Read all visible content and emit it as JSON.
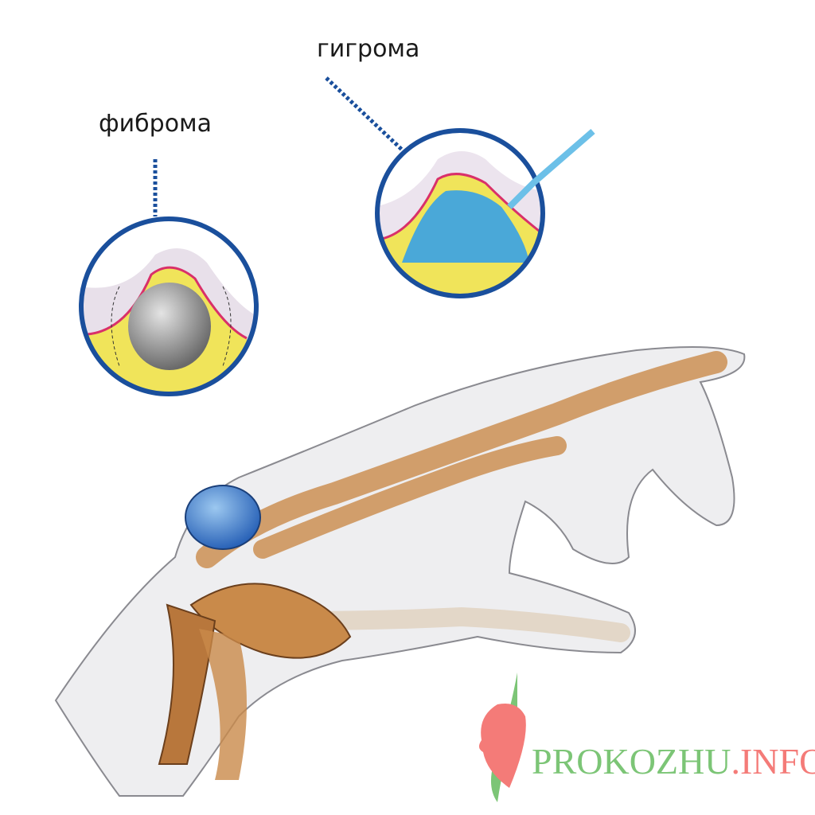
{
  "labels": {
    "fibroma": "фиброма",
    "hygroma": "гигрома"
  },
  "logo": {
    "name_part": "PROKOZHU",
    "domain_part": ".INFO",
    "colors": {
      "green": "#7cc576",
      "red": "#f47b78"
    }
  },
  "colors": {
    "circle_border": "#1a4f9c",
    "bone": "#c98a4a",
    "cyst": "#3d7fd0",
    "fat": "#e8d84a"
  }
}
